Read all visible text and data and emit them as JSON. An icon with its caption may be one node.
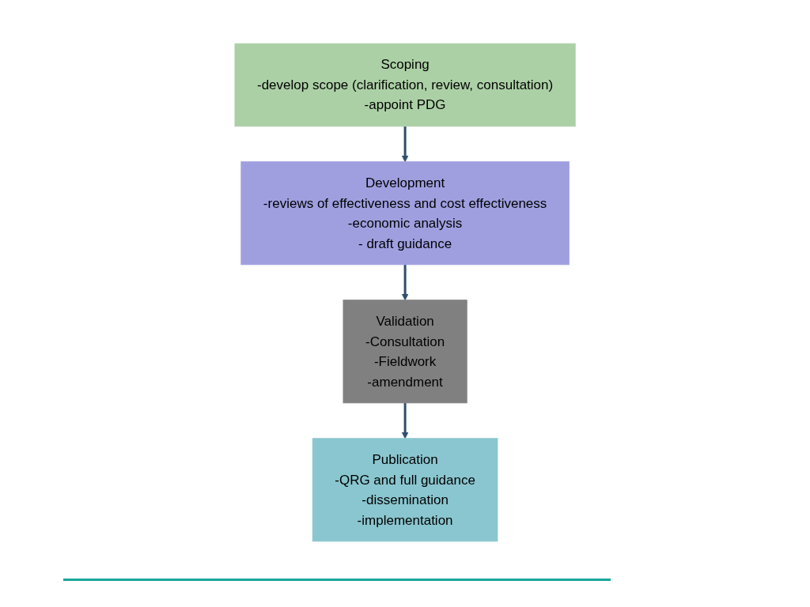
{
  "diagram": {
    "nodes": [
      {
        "text": [
          "Scoping",
          "-develop scope (clarification, review, consultation)",
          "-appoint PDG"
        ]
      },
      {
        "text": [
          "Development",
          "-reviews of effectiveness and cost effectiveness",
          "-economic analysis",
          "- draft guidance"
        ]
      },
      {
        "text": [
          "Validation",
          "-Consultation",
          "-Fieldwork",
          "-amendment"
        ]
      },
      {
        "text": [
          "Publication",
          "-QRG and full guidance",
          "-dissemination",
          "-implementation"
        ]
      }
    ],
    "edges": [
      {
        "from": 0,
        "to": 1,
        "arrow": "to"
      },
      {
        "from": 1,
        "to": 2,
        "arrow": "to"
      },
      {
        "from": 2,
        "to": 3,
        "arrow": "to"
      }
    ]
  }
}
